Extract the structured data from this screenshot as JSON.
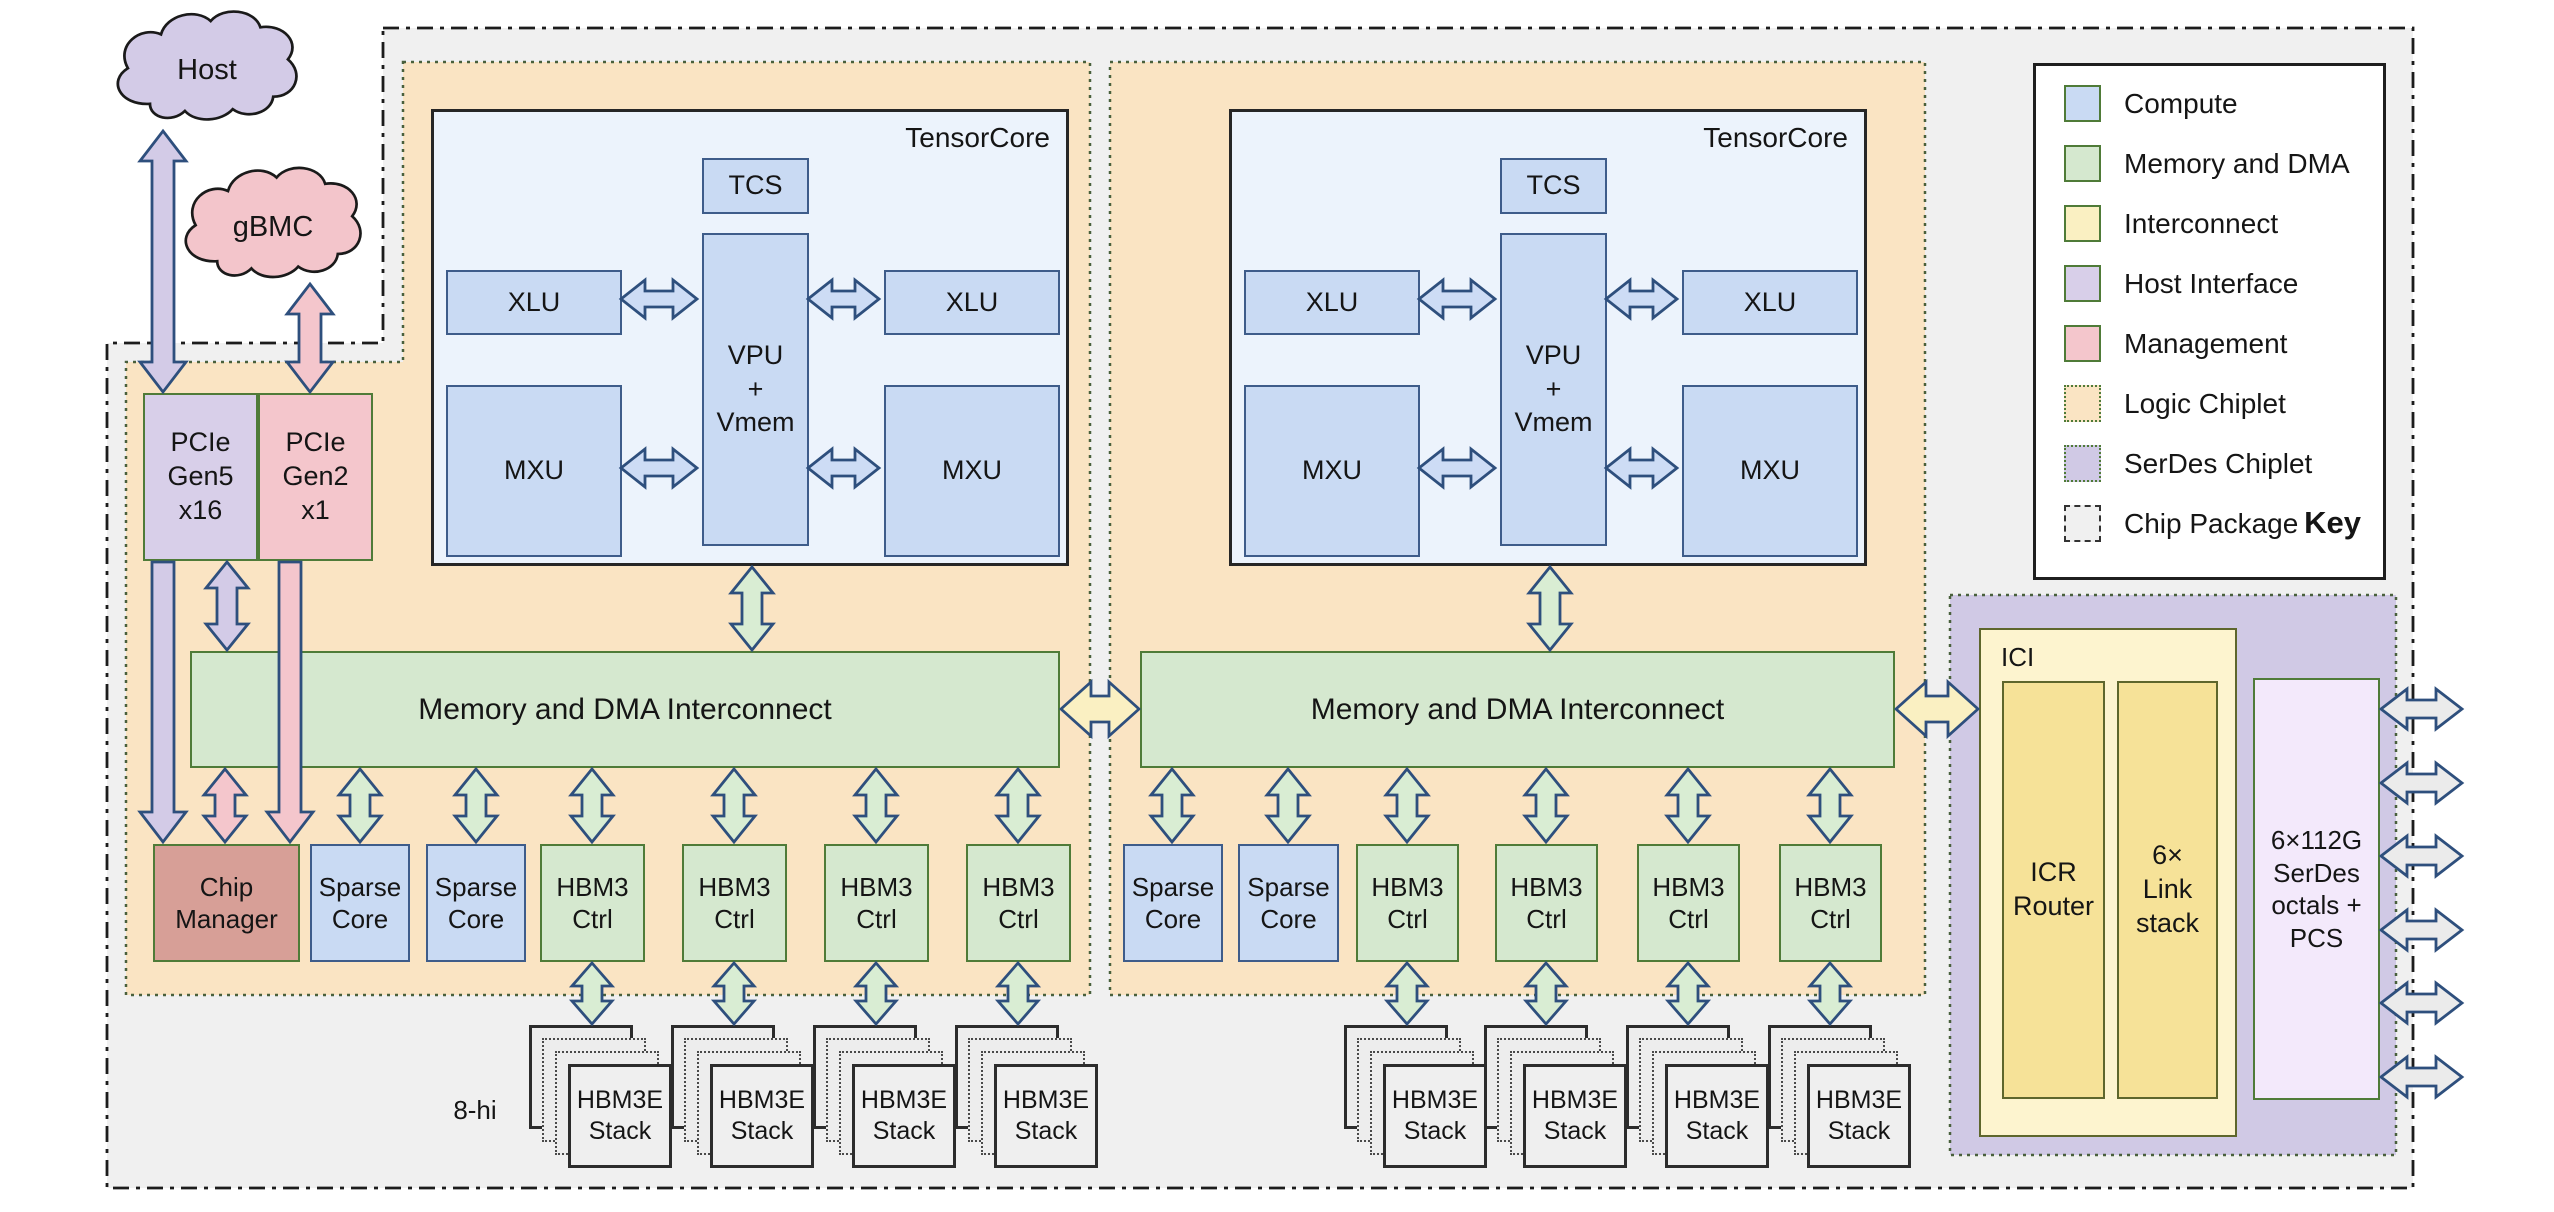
{
  "diagram": {
    "clouds": {
      "host": "Host",
      "gbmc": "gBMC"
    },
    "host_interface": {
      "pcie_gen5": "PCIe\nGen5\nx16",
      "pcie_gen2": "PCIe\nGen2\nx1"
    },
    "tensorcore": {
      "title": "TensorCore",
      "tcs": "TCS",
      "vpu": "VPU\n+\nVmem",
      "xlu": "XLU",
      "mxu": "MXU"
    },
    "interconnect_label": "Memory and DMA Interconnect",
    "bottom_row": {
      "chip_manager": "Chip\nManager",
      "sparse_core": "Sparse\nCore",
      "hbm3_ctrl": "HBM3\nCtrl"
    },
    "hbm": {
      "stack": "HBM3E\nStack",
      "height_label": "8-hi"
    },
    "ici": {
      "title": "ICI",
      "icr_router": "ICR\nRouter",
      "link_stack": "6×\nLink\nstack"
    },
    "serdes_label": "6×112G\nSerDes\noctals +\nPCS"
  },
  "key": {
    "title": "Key",
    "items": [
      {
        "label": "Compute",
        "color": "#c9daf3",
        "border": "solid"
      },
      {
        "label": "Memory and DMA",
        "color": "#d5e8cf",
        "border": "solid"
      },
      {
        "label": "Interconnect",
        "color": "#faf0c2",
        "border": "solid"
      },
      {
        "label": "Host Interface",
        "color": "#d8cfe9",
        "border": "solid"
      },
      {
        "label": "Management",
        "color": "#f4c6cc",
        "border": "solid"
      },
      {
        "label": "Logic Chiplet",
        "color": "#fae4c3",
        "border": "dotted"
      },
      {
        "label": "SerDes Chiplet",
        "color": "#d0c9e5",
        "border": "dotted"
      },
      {
        "label": "Chip Package",
        "color": "#f0f0f0",
        "border": "dashdot"
      }
    ]
  },
  "colors": {
    "compute": "#c9daf3",
    "computeArrow": "#cddcf5",
    "memory": "#d5e8cf",
    "memoryArrow": "#d9edd3",
    "interconnect": "#faf0c2",
    "host": "#d3cbe7",
    "management": "#f4c6cc",
    "logic_chiplet": "#fae4c3",
    "serdes_chiplet": "#d0c9e5",
    "chip_package": "#f0f0f0",
    "serdes_io": "#ebebeb",
    "arrow_outline": "#2e4f7d"
  }
}
